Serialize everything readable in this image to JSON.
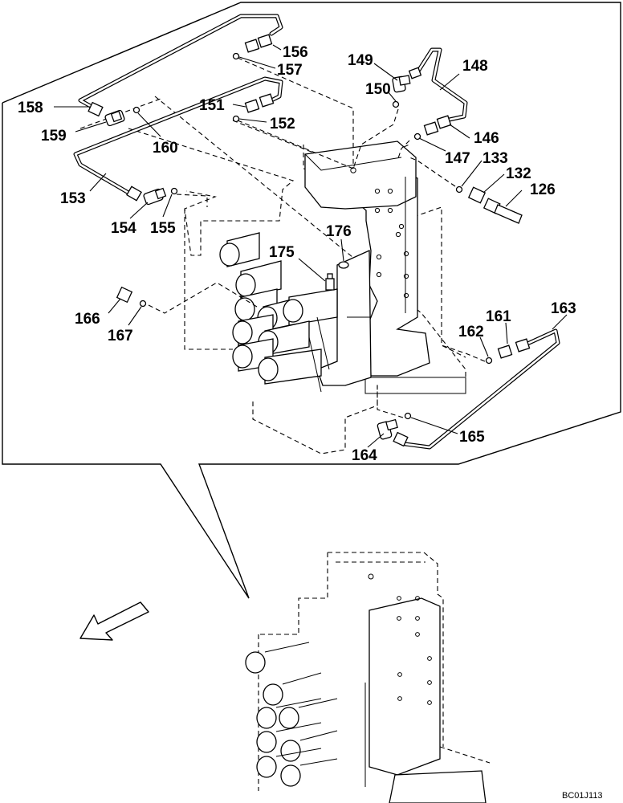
{
  "labels": {
    "p126": "126",
    "p132": "132",
    "p133": "133",
    "p146": "146",
    "p147": "147",
    "p148": "148",
    "p149": "149",
    "p150": "150",
    "p151": "151",
    "p152": "152",
    "p153": "153",
    "p154": "154",
    "p155": "155",
    "p156": "156",
    "p157": "157",
    "p158": "158",
    "p159": "159",
    "p160": "160",
    "p161": "161",
    "p162": "162",
    "p163": "163",
    "p164": "164",
    "p165": "165",
    "p166": "166",
    "p167": "167",
    "p175": "175",
    "p176": "176"
  },
  "figure_code": "BC01J113"
}
